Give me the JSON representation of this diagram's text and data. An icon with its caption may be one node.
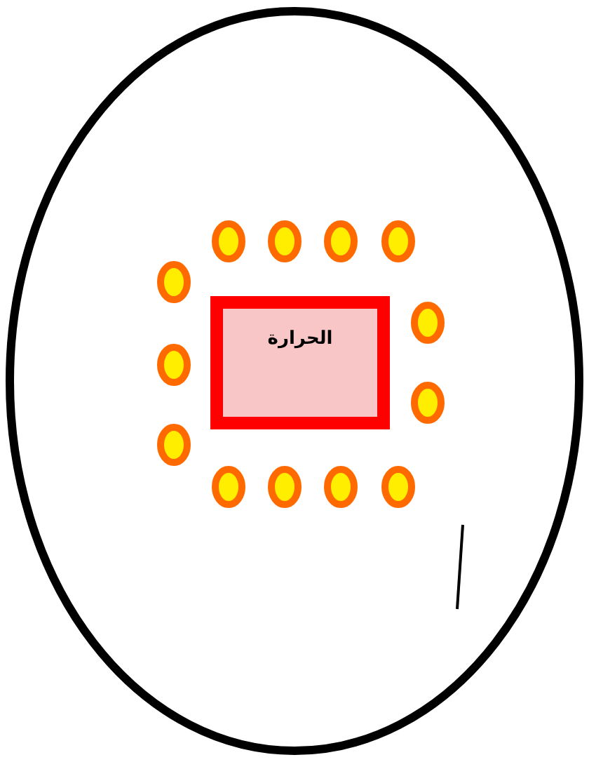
{
  "diagram": {
    "nodes": [
      {
        "text": [],
        "shape": "circle"
      },
      {
        "text": [
          "الحرارة"
        ],
        "in": 0
      },
      {
        "text": [],
        "shape": "circle",
        "in": 0
      },
      {
        "text": [],
        "shape": "circle",
        "in": 0
      },
      {
        "text": [],
        "shape": "circle",
        "in": 0
      },
      {
        "text": [],
        "shape": "circle",
        "in": 0
      },
      {
        "text": [],
        "shape": "circle",
        "in": 0
      },
      {
        "text": [],
        "shape": "circle",
        "in": 0
      },
      {
        "text": [],
        "shape": "circle",
        "in": 0
      },
      {
        "text": [],
        "shape": "circle",
        "in": 0
      },
      {
        "text": [],
        "shape": "circle",
        "in": 0
      },
      {
        "text": [],
        "shape": "circle",
        "in": 0
      },
      {
        "text": [],
        "shape": "circle",
        "in": 0
      },
      {
        "text": [],
        "shape": "circle",
        "in": 0
      },
      {
        "text": [],
        "shape": "circle",
        "in": 0
      }
    ]
  }
}
